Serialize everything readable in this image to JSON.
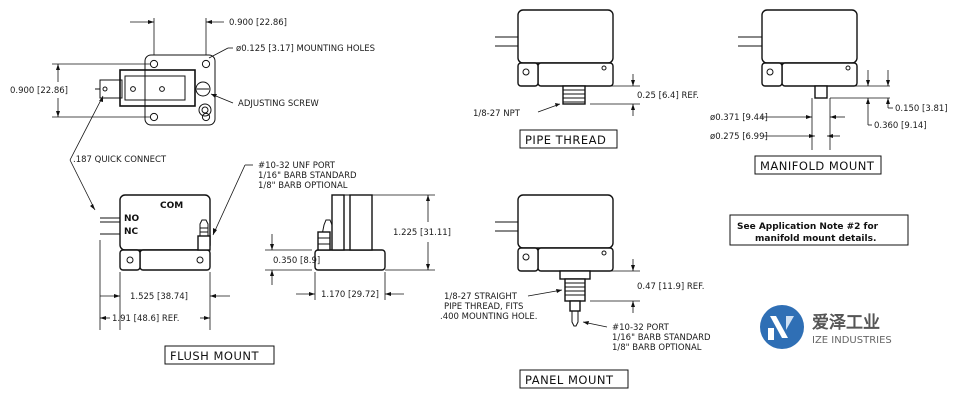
{
  "flush_mount": {
    "caption": "FLUSH MOUNT",
    "dim_hole_spacing": "0.900 [22.86]",
    "dim_height": "0.900 [22.86]",
    "mounting_holes": "ø0.125 [3.17] MOUNTING HOLES",
    "adjusting_screw": "ADJUSTING SCREW",
    "quick_connect": ".187 QUICK CONNECT",
    "port_line1": "#10-32 UNF PORT",
    "port_line2": "1/16\" BARB STANDARD",
    "port_line3": "1/8\" BARB OPTIONAL",
    "label_com": "COM",
    "label_no": "NO",
    "label_nc": "NC",
    "dim_body_width": "1.525 [38.74]",
    "dim_overall_width": "1.91 [48.6] REF.",
    "dim_side_height": "1.225 [31.11]",
    "dim_barb_height": "0.350 [8.9]",
    "dim_side_width": "1.170 [29.72]"
  },
  "pipe_thread": {
    "caption": "PIPE THREAD",
    "npt": "1/8-27 NPT",
    "dim_ref": "0.25 [6.4] REF."
  },
  "manifold_mount": {
    "caption": "MANIFOLD MOUNT",
    "dim_d1": "ø0.371 [9.44]",
    "dim_d2": "ø0.275 [6.99]",
    "dim_h1": "0.150 [3.81]",
    "dim_h2": "0.360 [9.14]"
  },
  "note": {
    "line1": "See Application Note #2 for",
    "line2": "manifold mount details."
  },
  "panel_mount": {
    "caption": "PANEL MOUNT",
    "dim_ref": "0.47 [11.9] REF.",
    "thread_line1": "1/8-27 STRAIGHT",
    "thread_line2": "PIPE THREAD, FITS",
    "thread_line3": ".400 MOUNTING HOLE.",
    "port_line1": "#10-32 PORT",
    "port_line2": "1/16\" BARB STANDARD",
    "port_line3": "1/8\" BARB OPTIONAL"
  },
  "logo": {
    "chinese": "爱泽工业",
    "english": "IZE INDUSTRIES",
    "colors": {
      "blue": "#2f6fb5",
      "gray": "#777777"
    }
  }
}
